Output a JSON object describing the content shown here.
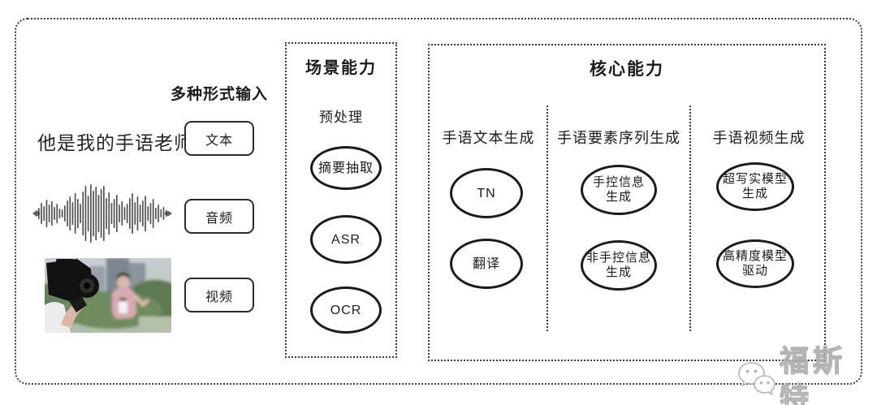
{
  "input_section": {
    "heading": "多种形式输入",
    "sample_sentence": "他是我的手语老师",
    "boxes": [
      {
        "label": "文本"
      },
      {
        "label": "音频"
      },
      {
        "label": "视频"
      }
    ]
  },
  "scene_section": {
    "title": "场景能力",
    "stage_label": "预处理",
    "nodes": [
      {
        "lines": [
          "摘要抽取"
        ]
      },
      {
        "lines": [
          "ASR"
        ]
      },
      {
        "lines": [
          "OCR"
        ]
      }
    ]
  },
  "core_section": {
    "title": "核心能力",
    "columns": [
      {
        "header": "手语文本生成",
        "nodes": [
          {
            "lines": [
              "TN"
            ]
          },
          {
            "lines": [
              "翻译"
            ]
          }
        ]
      },
      {
        "header": "手语要素序列生成",
        "nodes": [
          {
            "lines": [
              "手控信息",
              "生成"
            ]
          },
          {
            "lines": [
              "非手控信息",
              "生成"
            ]
          }
        ]
      },
      {
        "header": "手语视频生成",
        "nodes": [
          {
            "lines": [
              "超写实模型",
              "生成"
            ]
          },
          {
            "lines": [
              "高精度模型",
              "驱动"
            ]
          }
        ]
      }
    ]
  },
  "watermark": {
    "label": "福斯特"
  },
  "icons": {
    "waveform": "audio-waveform-icon",
    "photo": "camera-reporter-photo",
    "watermark_icon": "wechat-logo-icon"
  },
  "colors": {
    "background": "#ffffff",
    "ink": "#1c1c1c",
    "frame_border": "#3f3f3f",
    "watermark_gray": "#ababab"
  }
}
